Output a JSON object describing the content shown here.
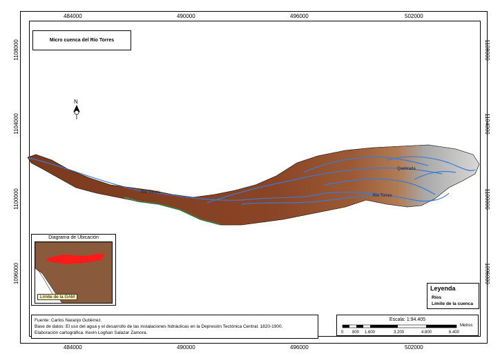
{
  "map": {
    "title": "Micro cuenca del Río Torres",
    "x_coords": [
      "484000",
      "490000",
      "496000",
      "502000"
    ],
    "y_coords": [
      "1108000",
      "1104000",
      "1100000",
      "1096000"
    ],
    "rivers": [
      "Río Torres",
      "Río Torres",
      "Quebrada"
    ]
  },
  "north_arrow": {
    "label": "N"
  },
  "location_diagram": {
    "title": "Diagrama de Ubicación",
    "gam_label": "Límite de la GAM"
  },
  "legend": {
    "title": "Leyenda",
    "items": [
      {
        "label": "Ríos",
        "color": "#2f6fd0"
      },
      {
        "label": "Límite de la cuenca",
        "color": "#000000"
      }
    ]
  },
  "source": {
    "line1": "Fuente: Carlos Naranjo Gutiérrez.",
    "line2": "Base de datos: El uso del agua y el desarrollo de las instalaciones hidráulicas en la Depresión Tectónica Central: 1820-1900.",
    "line3": "Elaboración cartográfica. Kevin Loghan Salazar Zamora."
  },
  "scale": {
    "title": "Escala: 1:94.405",
    "unit": "Metros",
    "ticks": [
      "0",
      "800",
      "1.600",
      "3.200",
      "4.800",
      "6.400"
    ]
  },
  "colors": {
    "terrain_low": "#7a3a1e",
    "terrain_mid": "#9b5a34",
    "terrain_high": "#c9c9c9",
    "river": "#3a7bd5",
    "location_fill": "#8a5a3c",
    "basin_red": "#ff1a1a"
  }
}
